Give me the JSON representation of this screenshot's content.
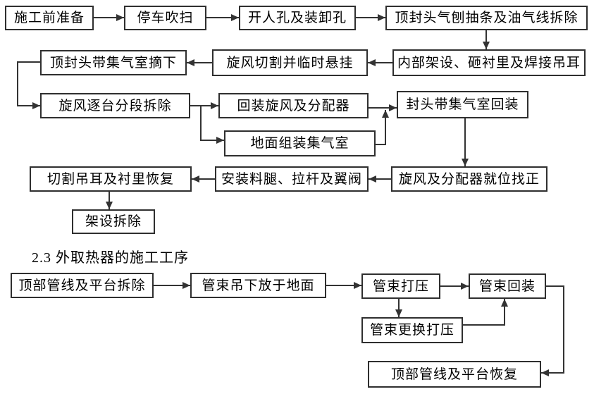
{
  "section_heading": "2.3 外取热器的施工工序",
  "flow1": {
    "prep": "施工前准备",
    "stop_purge": "停车吹扫",
    "open_manhole": "开人孔及装卸孔",
    "top_head_gouge": "顶封头气刨抽条及油气线拆除",
    "internal_scaffold": "内部架设、砸衬里及焊接吊耳",
    "cyclone_cut": "旋风切割并临时悬挂",
    "top_head_remove": "顶封头带集气室摘下",
    "cyclone_dismantle": "旋风逐台分段拆除",
    "cyclone_reinstall": "回装旋风及分配器",
    "ground_assemble": "地面组装集气室",
    "head_reinstall": "封头带集气室回装",
    "cyclone_align": "旋风及分配器就位找正",
    "install_legs": "安装料腿、拉杆及翼阀",
    "cut_lugs_restore": "切割吊耳及衬里恢复",
    "scaffold_remove": "架设拆除"
  },
  "flow2": {
    "top_pipe_remove": "顶部管线及平台拆除",
    "bundle_lower": "管束吊下放于地面",
    "bundle_pressure_test": "管束打压",
    "bundle_reinstall": "管束回装",
    "bundle_replace_test": "管束更换打压",
    "top_pipe_restore": "顶部管线及平台恢复"
  },
  "colors": {
    "line": "#333333",
    "box_border": "#2f2f2f",
    "text": "#000000",
    "background": "#ffffff"
  }
}
